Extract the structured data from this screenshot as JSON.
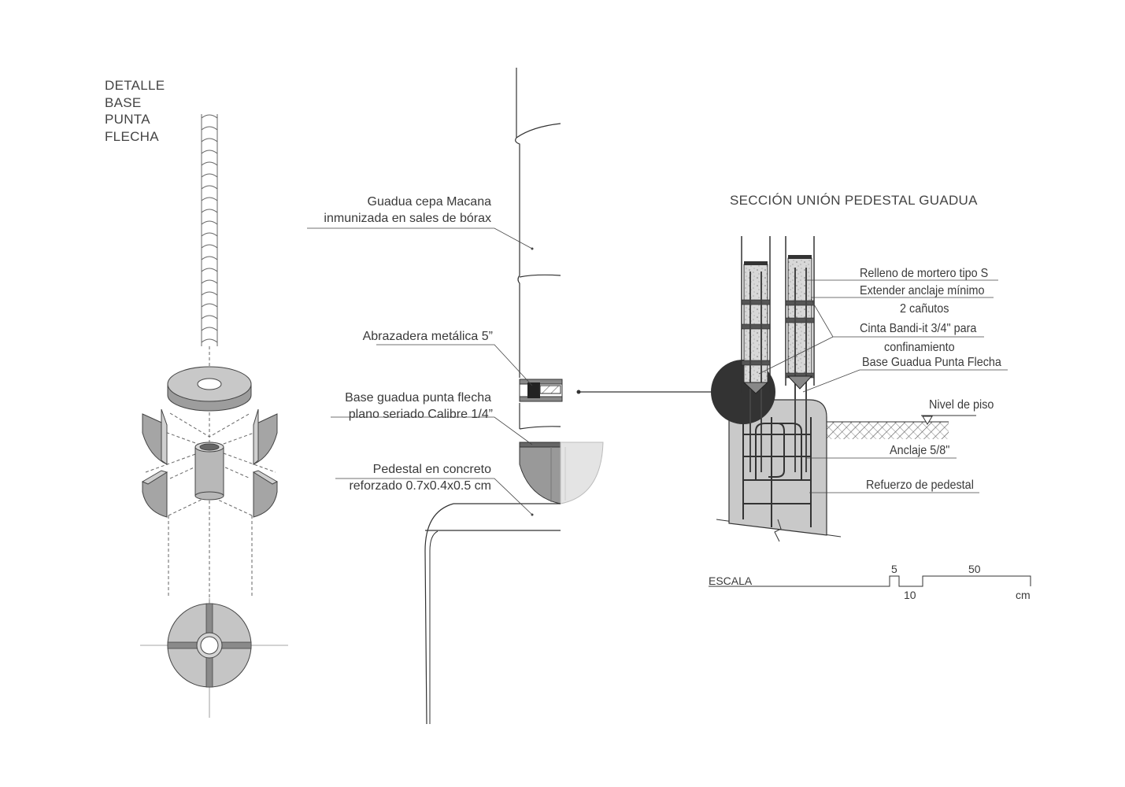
{
  "detail": {
    "title_lines": [
      "DETALLE",
      "BASE",
      "PUNTA",
      "FLECHA"
    ]
  },
  "elevation": {
    "labels": {
      "guadua_1": "Guadua cepa Macana",
      "guadua_2": "inmunizada en sales de bórax",
      "abrazadera": "Abrazadera metálica 5”",
      "base_1": "Base guadua punta flecha",
      "base_2": "plano seriado Calibre 1/4”",
      "pedestal_1": "Pedestal en concreto",
      "pedestal_2": "reforzado 0.7x0.4x0.5 cm"
    }
  },
  "section": {
    "title": "SECCIÓN UNIÓN PEDESTAL GUADUA",
    "labels": {
      "relleno": "Relleno de mortero tipo S",
      "extender_1": "Extender anclaje mínimo",
      "extender_2": "2 cañutos",
      "cinta_1": "Cinta Bandi-it 3/4\" para",
      "cinta_2": "confinamiento",
      "base": "Base Guadua Punta Flecha",
      "nivel": "Nivel de piso",
      "anclaje": "Anclaje 5/8\"",
      "refuerzo": "Refuerzo de pedestal"
    }
  },
  "scale": {
    "label": "ESCALA",
    "tick_5": "5",
    "tick_10": "10",
    "tick_50": "50",
    "unit": "cm"
  },
  "colors": {
    "line": "#3a3a3a",
    "fill_light": "#c9c9c9",
    "fill_mid": "#9a9a9a",
    "fill_dark": "#333333"
  }
}
